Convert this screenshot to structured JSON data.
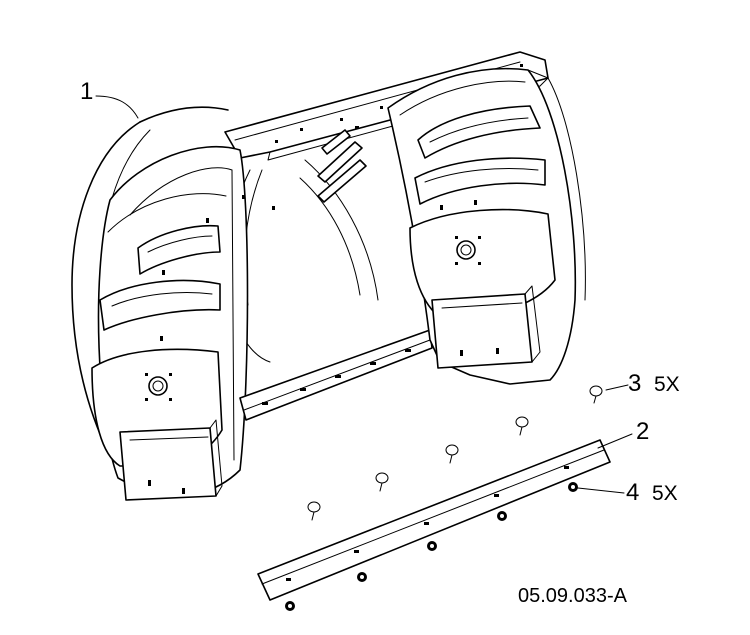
{
  "callouts": {
    "c1": {
      "number": "1"
    },
    "c2": {
      "number": "2"
    },
    "c3": {
      "number": "3",
      "quantity": "5X"
    },
    "c4": {
      "number": "4",
      "quantity": "5X"
    }
  },
  "drawing_code": "05.09.033-A"
}
